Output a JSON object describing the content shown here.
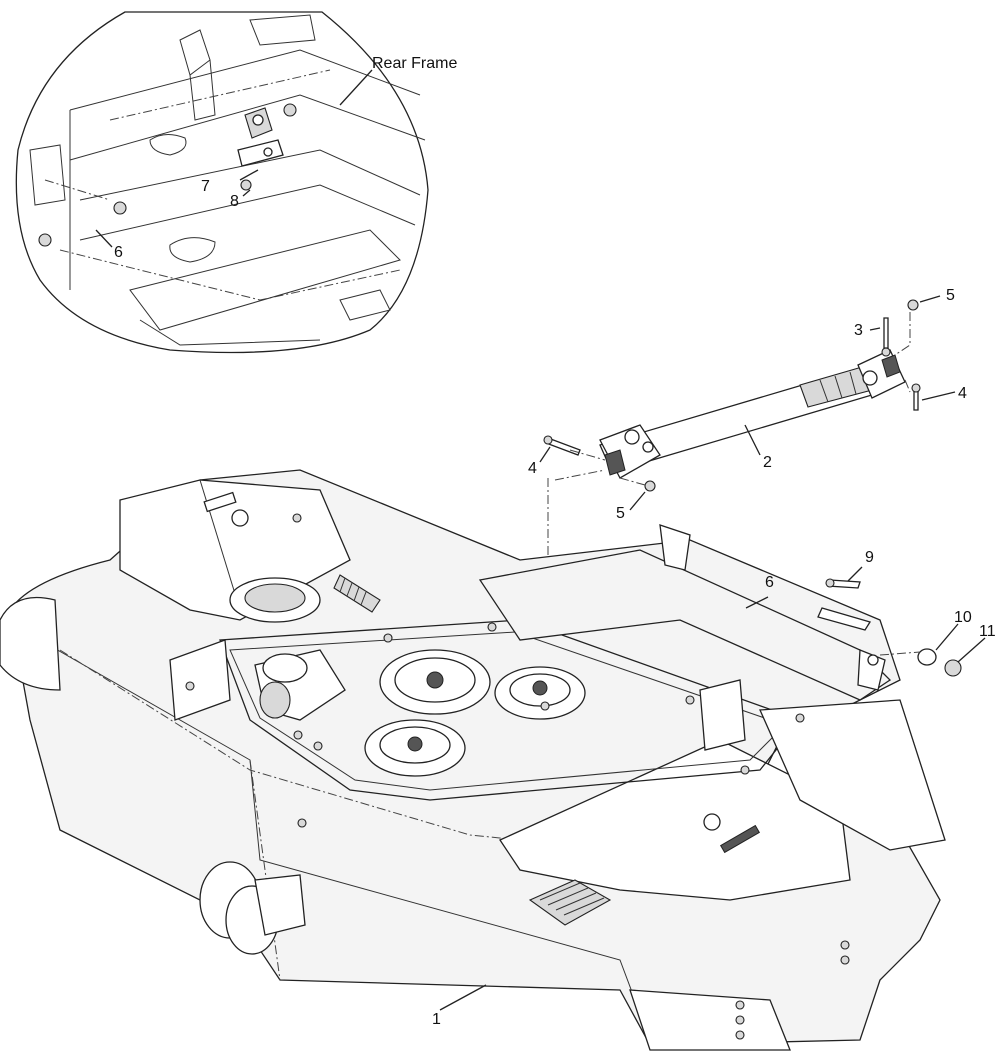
{
  "diagram": {
    "callouts": {
      "rear_frame": "Rear Frame",
      "c1": "1",
      "c2": "2",
      "c3": "3",
      "c4a": "4",
      "c4b": "4",
      "c5a": "5",
      "c5b": "5",
      "c6a": "6",
      "c6b": "6",
      "c7": "7",
      "c8": "8",
      "c9": "9",
      "c10": "10",
      "c11": "11"
    }
  }
}
